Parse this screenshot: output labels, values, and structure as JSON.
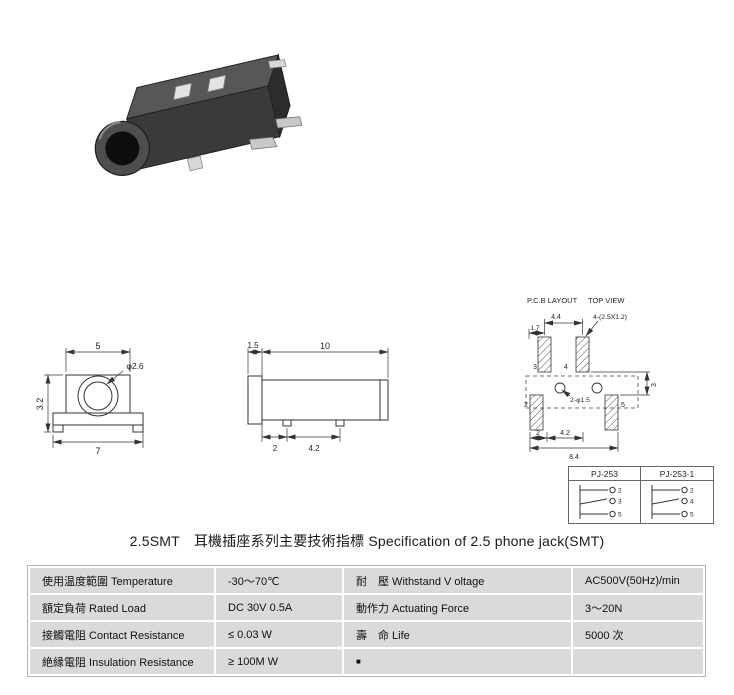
{
  "page": {
    "title": "2.5SMT　耳機插座系列主要技術指標 Specification of 2.5 phone jack(SMT)"
  },
  "colors": {
    "table_cell_bg": "#dadada",
    "drawing_line": "#333333"
  },
  "front_view": {
    "dim_width_top": "5",
    "dim_width_bottom": "7",
    "dim_height": "3.2",
    "dim_hole": "φ2.6"
  },
  "side_view": {
    "dim_cap": "1.5",
    "dim_length": "10",
    "dim_leg_offset": "2",
    "dim_leg_pitch": "4.2"
  },
  "pcb_layout": {
    "title": "P.C.B LAYOUT",
    "subtitle": "TOP VIEW",
    "dim_pad_pitch_top": "4.4",
    "dim_pad_offset_top": "1.7",
    "pad_size_note": "4-(2.5X1.2)",
    "hole_note": "2-φ1.5",
    "pin_top_left": "3",
    "pin_top_right": "4",
    "pin_bottom_left": "2",
    "pin_bottom_right": "5",
    "dim_row_gap": "3",
    "dim_bottom_offset": "2",
    "dim_bottom_pitch": "4.2",
    "dim_overall_width": "8.4"
  },
  "schematic": {
    "model_1": "PJ-253",
    "model_2": "PJ-253-1",
    "model1_pins": [
      "2",
      "3",
      "5"
    ],
    "model2_pins": [
      "2",
      "4",
      "5"
    ]
  },
  "spec_table": {
    "rows": [
      {
        "c1": "使用温度範圍 Temperature",
        "c2": "-30～70℃",
        "c3": "耐　壓  Withstand V oltage",
        "c4": "AC500V(50Hz)/min"
      },
      {
        "c1": "額定負荷  Rated Load",
        "c2": "DC  30V  0.5A",
        "c3": "動作力  Actuating Force",
        "c4": "3～20N"
      },
      {
        "c1": "接觸電阻  Contact Resistance",
        "c2": "≤ 0.03 W",
        "c3": "壽　命  Life",
        "c4": "5000 次"
      },
      {
        "c1": "絶縁電阻  Insulation Resistance",
        "c2": "≥ 100M W",
        "c3": "■",
        "c4": ""
      }
    ]
  }
}
